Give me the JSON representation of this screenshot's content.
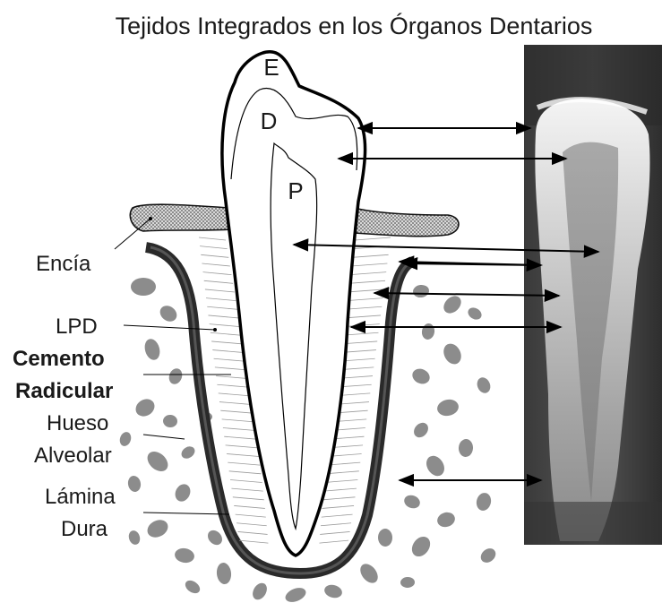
{
  "title": "Tejidos Integrados en los Órganos Dentarios",
  "labels": {
    "enamel": "E",
    "dentin": "D",
    "pulp": "P",
    "gingiva": "Encía",
    "pdl": "LPD",
    "cementum_line1": "Cemento",
    "cementum_line2": "Radicular",
    "bone_line1": "Hueso",
    "bone_line2": "Alveolar",
    "lamina_line1": "Lámina",
    "lamina_line2": "Dura"
  },
  "colors": {
    "outline": "#000000",
    "bone": "#8c8c8c",
    "gingiva": "#bdbdbd",
    "text": "#1a1a1a"
  },
  "radiograph": {
    "kind": "dental-radiograph"
  }
}
